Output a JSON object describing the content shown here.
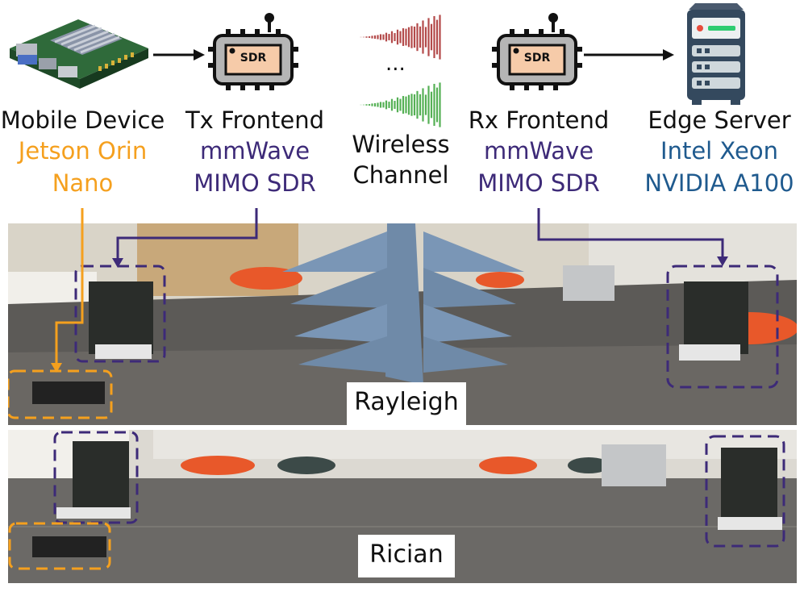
{
  "colors": {
    "orange": "#f5a01e",
    "purple": "#3d2a78",
    "blue": "#1f5a8e",
    "red_wave": "#b34a4a",
    "green_wave": "#55b055"
  },
  "icons": {
    "mobile": "jetson-board-icon",
    "tx": "sdr-chip-icon",
    "channel": "waveform-icon",
    "rx": "sdr-chip-icon",
    "server": "server-rack-icon"
  },
  "chip_label": "SDR",
  "ellipsis": "...",
  "mobile": {
    "title": "Mobile Device",
    "line1": "Jetson Orin",
    "line2": "Nano"
  },
  "tx": {
    "title": "Tx Frontend",
    "line1": "mmWave",
    "line2": "MIMO SDR"
  },
  "channel": {
    "line1": "Wireless",
    "line2": "Channel"
  },
  "rx": {
    "title": "Rx Frontend",
    "line1": "mmWave",
    "line2": "MIMO SDR"
  },
  "server": {
    "title": "Edge Server",
    "line1": "Intel Xeon",
    "line2": "NVIDIA A100"
  },
  "photos": {
    "top_caption": "Rayleigh",
    "bottom_caption": "Rician"
  }
}
